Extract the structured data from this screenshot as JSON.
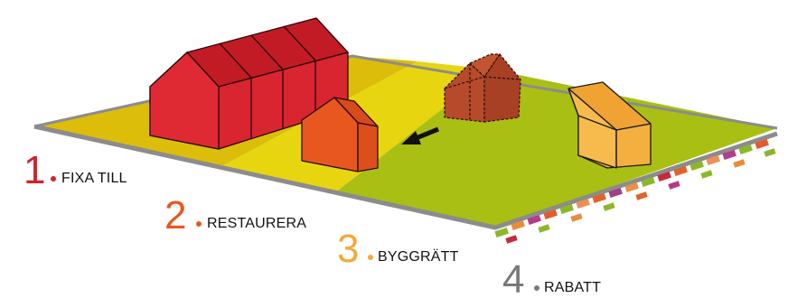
{
  "steps": [
    {
      "number": "1",
      "label": "FIXA TILL",
      "color": "#d3212b"
    },
    {
      "number": "2",
      "label": "RESTAURERA",
      "color": "#e8571f"
    },
    {
      "number": "3",
      "label": "BYGGRÄTT",
      "color": "#f4a93a"
    },
    {
      "number": "4",
      "label": "RABATT",
      "color": "#7a7a7a"
    }
  ],
  "colors": {
    "zone1": "#dcbd0a",
    "zone2": "#e7d60f",
    "zone3": "#a9bf14",
    "plot_edge": "#8c8c8c",
    "long_house": "#d3212b",
    "small_house": "#e8571f",
    "ghost_house": "#b74a2a",
    "wire_house": "#f4b03f"
  },
  "icons": [
    "arrow-left-icon"
  ]
}
